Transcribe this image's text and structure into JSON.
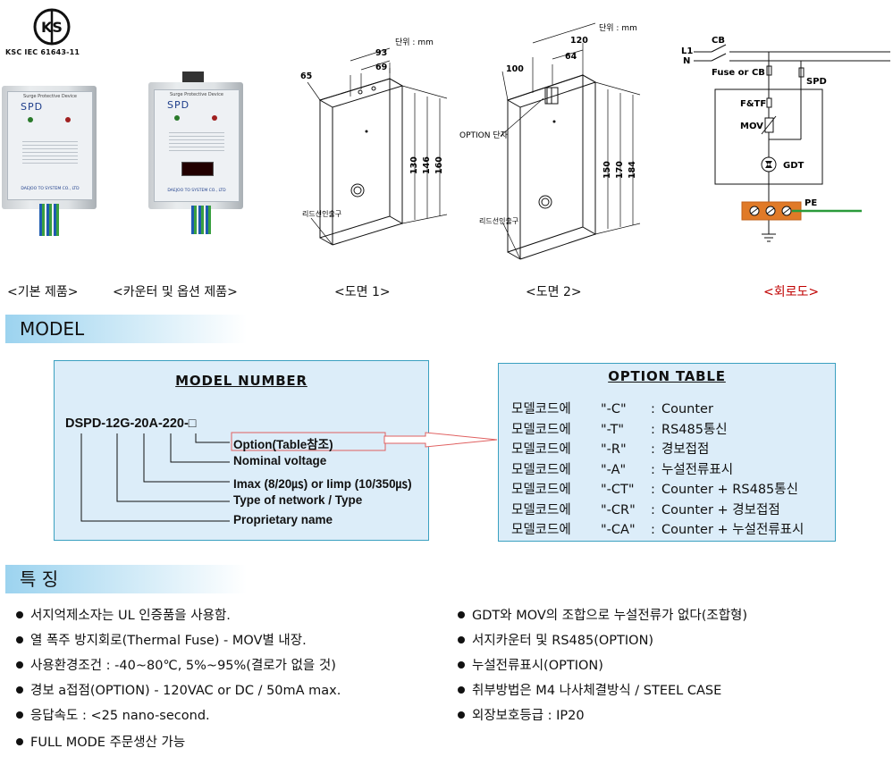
{
  "certification": {
    "logo_mark": "KS",
    "standard": "KSC IEC 61643-11"
  },
  "products": {
    "device_label": "SPD",
    "device_header": "Surge Protective Device",
    "maker": "DAEJOO TO SYSTEM CO., LTD"
  },
  "drawing1": {
    "unit": "단위 : mm",
    "dims": [
      "93",
      "69",
      "65",
      "130",
      "146",
      "160"
    ],
    "cable_label": "리드선인출구"
  },
  "drawing2": {
    "unit": "단위 : mm",
    "dims": [
      "120",
      "64",
      "100",
      "150",
      "170",
      "184"
    ],
    "option_label": "OPTION 단자",
    "cable_label": "리드선인출구"
  },
  "circuit": {
    "labels": {
      "cb": "CB",
      "l1": "L1",
      "n": "N",
      "fuse": "Fuse or CB",
      "spd": "SPD",
      "ftf": "F&TF",
      "mov": "MOV",
      "gdt": "GDT",
      "pe": "PE"
    }
  },
  "captions": {
    "basic": "<기본 제품>",
    "counter": "<카운터 및 옵션 제품>",
    "drawing1": "<도면 1>",
    "drawing2": "<도면 2>",
    "circuit": "<회로도>"
  },
  "model_section": {
    "title": "MODEL"
  },
  "model_number": {
    "title": "MODEL NUMBER",
    "code": "DSPD-12G-20A-220-□",
    "fields": [
      "Option(Table참조)",
      "Nominal  voltage",
      "Imax (8/20㎲) or Iimp (10/350㎲)",
      "Type  of  network  /  Type",
      "Proprietary  name"
    ]
  },
  "option_table": {
    "title": "OPTION  TABLE",
    "rows": [
      {
        "prefix": "모델코드에",
        "code": "\"-C\"",
        "value": "Counter"
      },
      {
        "prefix": "모델코드에",
        "code": "\"-T\"",
        "value": "RS485통신"
      },
      {
        "prefix": "모델코드에",
        "code": "\"-R\"",
        "value": "경보접점"
      },
      {
        "prefix": "모델코드에",
        "code": "\"-A\"",
        "value": "누설전류표시"
      },
      {
        "prefix": "모델코드에",
        "code": "\"-CT\"",
        "value": "Counter  +  RS485통신"
      },
      {
        "prefix": "모델코드에",
        "code": "\"-CR\"",
        "value": "Counter  +  경보접점"
      },
      {
        "prefix": "모델코드에",
        "code": "\"-CA\"",
        "value": "Counter  +  누설전류표시"
      }
    ]
  },
  "features_section": {
    "title": "특  징"
  },
  "features": {
    "left": [
      "서지억제소자는  UL  인증품을 사용함.",
      "열 폭주 방지회로(Thermal Fuse) - MOV별 내장.",
      "사용환경조건 :  -40~80℃, 5%~95%(결로가  없을  것)",
      "경보 a접점(OPTION) - 120VAC  or DC / 50mA max.",
      "응답속도 : <25 nano-second.",
      "FULL MODE 주문생산 가능"
    ],
    "right": [
      "GDT와 MOV의 조합으로 누설전류가 없다(조합형)",
      "서지카운터 및 RS485(OPTION)",
      "누설전류표시(OPTION)",
      "취부방법은 M4 나사체결방식 / STEEL CASE",
      "외장보호등급 :  IP20"
    ]
  },
  "colors": {
    "section_bar": "#9cd3ef",
    "box_bg": "#dcedf9",
    "box_border": "#3aa0c0",
    "pe_bar": "#e07a28",
    "pe_wire": "#2a9a3a",
    "callout": "#e06060",
    "caption_red": "#c00000"
  }
}
